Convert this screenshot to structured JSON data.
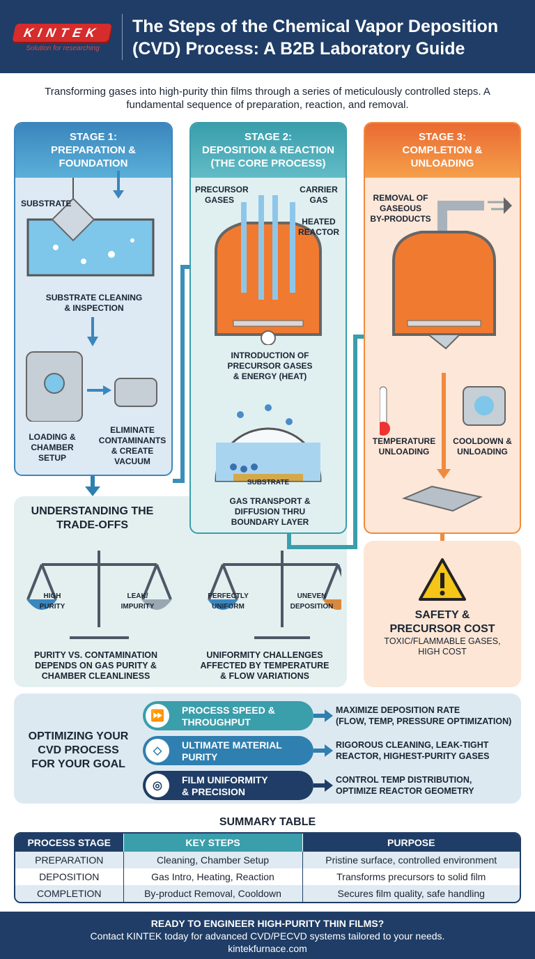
{
  "header": {
    "logo_text": "KINTEK",
    "logo_tagline": "Solution for researching",
    "title": "The Steps of the Chemical Vapor Deposition (CVD) Process: A B2B Laboratory Guide"
  },
  "intro": "Transforming gases into high-purity thin films through a series of meticulously controlled steps. A fundamental sequence of preparation, reaction, and removal.",
  "colors": {
    "header_bg": "#1f3d66",
    "stage1": "#3b86bd",
    "stage2": "#3a9eab",
    "stage3": "#f08a3e",
    "accent_red": "#d62c2c"
  },
  "stage1": {
    "title": "STAGE 1:\nPREPARATION &\nFOUNDATION",
    "substrate_label": "SUBSTRATE",
    "cleaning": "SUBSTRATE CLEANING\n& INSPECTION",
    "loading": "LOADING &\nCHAMBER\nSETUP",
    "vacuum": "ELIMINATE\nCONTAMINANTS\n& CREATE\nVACUUM"
  },
  "stage2": {
    "title": "STAGE 2:\nDEPOSITION & REACTION\n(THE CORE PROCESS)",
    "precursor": "PRECURSOR\nGASES",
    "carrier": "CARRIER\nGAS",
    "heated": "HEATED\nREACTOR",
    "intro_label": "INTRODUCTION OF\nPRECURSOR GASES\n& ENERGY (HEAT)",
    "substrate_label": "SUBSTRATE",
    "transport": "GAS TRANSPORT &\nDIFFUSION THRU\nBOUNDARY LAYER"
  },
  "stage3": {
    "title": "STAGE 3:\nCOMPLETION &\nUNLOADING",
    "removal": "REMOVAL OF\nGASEOUS\nBY-PRODUCTS",
    "temperature": "TEMPERATURE\nUNLOADING",
    "cooldown": "COOLDOWN &\nUNLOADING"
  },
  "tradeoffs": {
    "title": "UNDERSTANDING THE\nTRADE-OFFS",
    "scale1": {
      "left": "HIGH\nPURITY",
      "right": "LEAK/\nIMPURITY",
      "caption": "PURITY VS. CONTAMINATION\nDEPENDS ON GAS PURITY &\nCHAMBER CLEANLINESS"
    },
    "scale2": {
      "left": "PERFECTLY\nUNIFORM",
      "right": "UNEVEN\nDEPOSITION",
      "caption": "UNIFORMITY CHALLENGES\nAFFECTED BY TEMPERATURE\n& FLOW VARIATIONS"
    }
  },
  "safety": {
    "title": "SAFETY &\nPRECURSOR COST",
    "text": "TOXIC/FLAMMABLE GASES,\nHIGH COST"
  },
  "optimize": {
    "title": "OPTIMIZING YOUR\nCVD PROCESS\nFOR YOUR GOAL",
    "goals": [
      {
        "icon": "fast-forward-icon",
        "label": "PROCESS SPEED &\nTHROUGHPUT",
        "result": "MAXIMIZE DEPOSITION RATE\n(FLOW, TEMP, PRESSURE OPTIMIZATION)",
        "color": "#3a9eab"
      },
      {
        "icon": "diamond-icon",
        "label": "ULTIMATE MATERIAL\nPURITY",
        "result": "RIGOROUS CLEANING, LEAK-TIGHT\nREACTOR, HIGHEST-PURITY GASES",
        "color": "#2f7fb0"
      },
      {
        "icon": "target-icon",
        "label": "FILM UNIFORMITY\n& PRECISION",
        "result": "CONTROL TEMP DISTRIBUTION,\nOPTIMIZE REACTOR GEOMETRY",
        "color": "#1f3d66"
      }
    ]
  },
  "summary": {
    "title": "SUMMARY TABLE",
    "headers": [
      "PROCESS STAGE",
      "KEY STEPS",
      "PURPOSE"
    ],
    "rows": [
      [
        "PREPARATION",
        "Cleaning, Chamber Setup",
        "Pristine surface, controlled environment"
      ],
      [
        "DEPOSITION",
        "Gas Intro, Heating, Reaction",
        "Transforms precursors to solid film"
      ],
      [
        "COMPLETION",
        "By-product Removal, Cooldown",
        "Secures film quality, safe handling"
      ]
    ]
  },
  "footer": {
    "headline": "READY TO ENGINEER HIGH-PURITY THIN FILMS?",
    "text": "Contact KINTEK today for advanced CVD/PECVD systems tailored to your needs.",
    "url": "kintekfurnace.com"
  }
}
